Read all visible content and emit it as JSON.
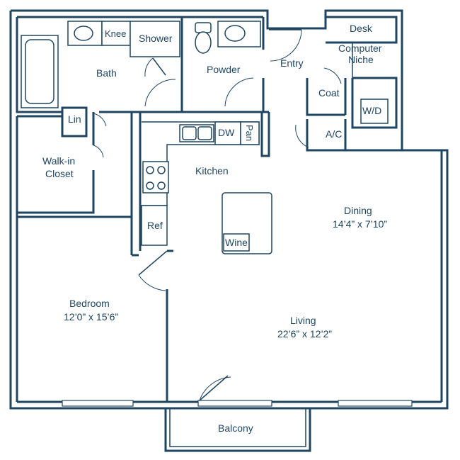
{
  "rooms": {
    "bath": "Bath",
    "knee": "Knee",
    "shower": "Shower",
    "powder": "Powder",
    "entry": "Entry",
    "desk": "Desk",
    "computer_niche_1": "Computer",
    "computer_niche_2": "Niche",
    "lin": "Lin",
    "coat": "Coat",
    "wd": "W/D",
    "ac": "A/C",
    "dw": "DW",
    "pan": "Pan",
    "kitchen": "Kitchen",
    "walkin_1": "Walk-in",
    "walkin_2": "Closet",
    "ref": "Ref",
    "wine": "Wine",
    "dining": "Dining",
    "dining_dim": "14’4” x 7’10”",
    "bedroom": "Bedroom",
    "bedroom_dim": "12’0” x 15’6”",
    "living": "Living",
    "living_dim": "22’6” x 12’2”",
    "balcony": "Balcony"
  }
}
